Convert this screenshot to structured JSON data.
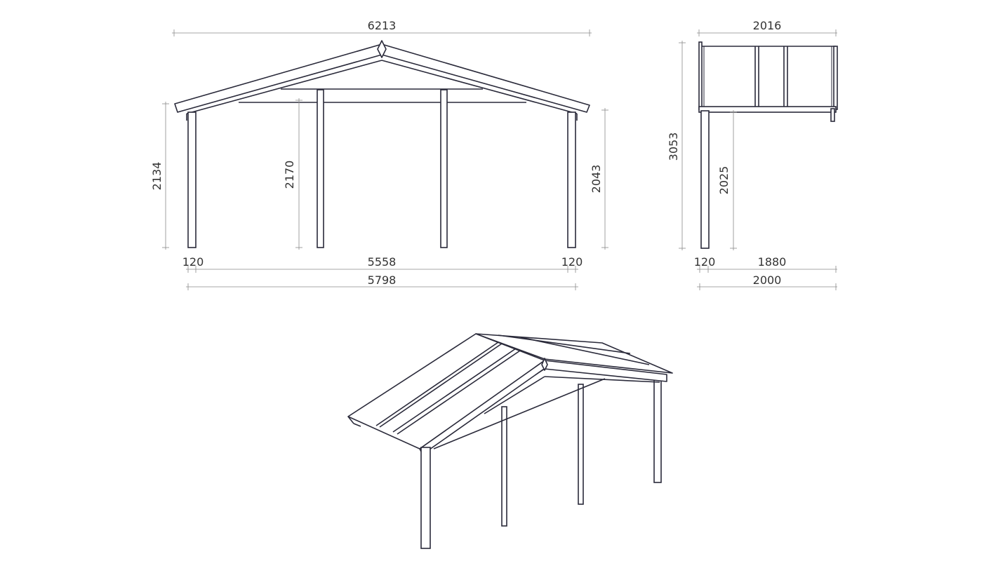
{
  "colors": {
    "line": "#2a2a3a",
    "dimension": "#8a8a8a",
    "text": "#333333",
    "background": "#ffffff"
  },
  "front_view": {
    "overall_width": "6213",
    "left_height": "2134",
    "middle_height": "2170",
    "right_height": "2043",
    "left_post": "120",
    "span": "5558",
    "right_post": "120",
    "base_width": "5798"
  },
  "side_view": {
    "roof_width": "2016",
    "total_height": "3053",
    "clear_height": "2025",
    "post": "120",
    "depth": "1880",
    "base_depth": "2000"
  }
}
